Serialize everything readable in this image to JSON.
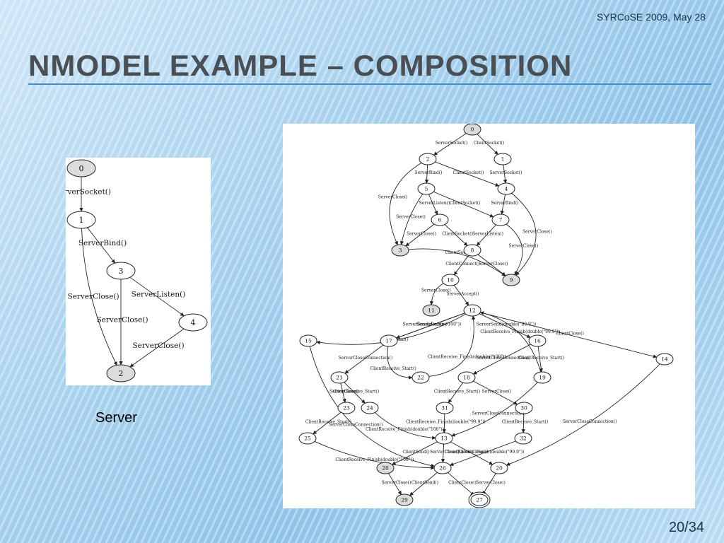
{
  "header": {
    "conference": "SYRCoSE 2009, May 28"
  },
  "slide": {
    "title": "NModel Example – Composition",
    "server_caption": "Server",
    "page_number": "20/34"
  },
  "server_fsm": {
    "nodes": [
      {
        "id": "0",
        "label": "0",
        "shaded": true
      },
      {
        "id": "1",
        "label": "1",
        "shaded": false
      },
      {
        "id": "3",
        "label": "3",
        "shaded": false
      },
      {
        "id": "4",
        "label": "4",
        "shaded": false
      },
      {
        "id": "2",
        "label": "2",
        "shaded": true
      }
    ],
    "edges": [
      {
        "from": "0",
        "to": "1",
        "label": "ServerSocket()"
      },
      {
        "from": "1",
        "to": "3",
        "label": "ServerBind()"
      },
      {
        "from": "1",
        "to": "2",
        "label": "ServerClose()"
      },
      {
        "from": "3",
        "to": "2",
        "label": "ServerClose()"
      },
      {
        "from": "3",
        "to": "4",
        "label": "ServerListen()"
      },
      {
        "from": "4",
        "to": "2",
        "label": "ServerClose()"
      }
    ]
  },
  "composed_fsm": {
    "nodes": [
      {
        "id": "0",
        "label": "0",
        "shaded": true
      },
      {
        "id": "1",
        "label": "1",
        "shaded": false
      },
      {
        "id": "2",
        "label": "2",
        "shaded": false
      },
      {
        "id": "3",
        "label": "3",
        "shaded": true
      },
      {
        "id": "4",
        "label": "4",
        "shaded": false
      },
      {
        "id": "5",
        "label": "5",
        "shaded": false
      },
      {
        "id": "6",
        "label": "6",
        "shaded": false
      },
      {
        "id": "7",
        "label": "7",
        "shaded": false
      },
      {
        "id": "8",
        "label": "8",
        "shaded": false
      },
      {
        "id": "9",
        "label": "9",
        "shaded": true
      },
      {
        "id": "10",
        "label": "10",
        "shaded": false
      },
      {
        "id": "11",
        "label": "11",
        "shaded": true
      },
      {
        "id": "12",
        "label": "12",
        "shaded": false
      },
      {
        "id": "13",
        "label": "13",
        "shaded": false
      },
      {
        "id": "14",
        "label": "14",
        "shaded": false
      },
      {
        "id": "15",
        "label": "15",
        "shaded": false
      },
      {
        "id": "16",
        "label": "16",
        "shaded": false
      },
      {
        "id": "17",
        "label": "17",
        "shaded": false
      },
      {
        "id": "18",
        "label": "18",
        "shaded": false
      },
      {
        "id": "19",
        "label": "19",
        "shaded": false
      },
      {
        "id": "20",
        "label": "20",
        "shaded": false
      },
      {
        "id": "21",
        "label": "21",
        "shaded": false
      },
      {
        "id": "22",
        "label": "22",
        "shaded": false
      },
      {
        "id": "23",
        "label": "23",
        "shaded": false
      },
      {
        "id": "24",
        "label": "24",
        "shaded": false
      },
      {
        "id": "25",
        "label": "25",
        "shaded": false
      },
      {
        "id": "26",
        "label": "26",
        "shaded": false
      },
      {
        "id": "27",
        "label": "27",
        "shaded": false,
        "accepting": true
      },
      {
        "id": "28",
        "label": "28",
        "shaded": true
      },
      {
        "id": "29",
        "label": "29",
        "shaded": true
      },
      {
        "id": "30",
        "label": "30",
        "shaded": false
      },
      {
        "id": "31",
        "label": "31",
        "shaded": false
      },
      {
        "id": "32",
        "label": "32",
        "shaded": false
      }
    ],
    "edges": [
      {
        "from": "0",
        "to": "2",
        "label": "ServerSocket()"
      },
      {
        "from": "0",
        "to": "1",
        "label": "ClientSocket()"
      },
      {
        "from": "2",
        "to": "5",
        "label": "ServerBind()"
      },
      {
        "from": "2",
        "to": "4",
        "label": "ClientSocket()"
      },
      {
        "from": "1",
        "to": "4",
        "label": "ServerSocket()"
      },
      {
        "from": "2",
        "to": "3",
        "label": "ServerClose()"
      },
      {
        "from": "5",
        "to": "3",
        "label": "ServerClose()"
      },
      {
        "from": "5",
        "to": "6",
        "label": "ServerListen()"
      },
      {
        "from": "5",
        "to": "7",
        "label": "ClientSocket()"
      },
      {
        "from": "4",
        "to": "7",
        "label": "ServerBind()"
      },
      {
        "from": "6",
        "to": "3",
        "label": "ServerClose()"
      },
      {
        "from": "6",
        "to": "8",
        "label": "ClientSocket()"
      },
      {
        "from": "7",
        "to": "8",
        "label": "ServerListen()"
      },
      {
        "from": "7",
        "to": "9",
        "label": "ServerClose()"
      },
      {
        "from": "4",
        "to": "9",
        "label": "ServerClose()"
      },
      {
        "from": "3",
        "to": "9",
        "label": "ClientSocket()"
      },
      {
        "from": "8",
        "to": "10",
        "label": "ClientConnect()"
      },
      {
        "from": "8",
        "to": "9",
        "label": "ServerClose()"
      },
      {
        "from": "10",
        "to": "11",
        "label": "ServerClose()"
      },
      {
        "from": "10",
        "to": "12",
        "label": "ServerAccept()"
      },
      {
        "from": "12",
        "to": "15",
        "label": "ClientSend()"
      },
      {
        "from": "12",
        "to": "17",
        "label": "ServerReceive"
      },
      {
        "from": "12",
        "to": "17",
        "label": "ServerSend(double(\"100\"))"
      },
      {
        "from": "12",
        "to": "16",
        "label": "ServerSend(double(\"99.9\"))"
      },
      {
        "from": "12",
        "to": "14",
        "label": "ClientClose()"
      },
      {
        "from": "17",
        "to": "21",
        "label": "ServerCloseConnection()"
      },
      {
        "from": "17",
        "to": "22",
        "label": "ClientReceive_Start()"
      },
      {
        "from": "22",
        "to": "12",
        "label": "ClientReceive_Finish(double(\"100\"))"
      },
      {
        "from": "16",
        "to": "18",
        "label": "ServerCloseConnection()"
      },
      {
        "from": "16",
        "to": "19",
        "label": "ClientReceive_Start()"
      },
      {
        "from": "19",
        "to": "12",
        "label": "ClientReceive_Finish(double(\"99.9\"))"
      },
      {
        "from": "21",
        "to": "23",
        "label": "ServerClose()"
      },
      {
        "from": "21",
        "to": "24",
        "label": "ClientReceive_Start()"
      },
      {
        "from": "18",
        "to": "31",
        "label": "ClientReceive_Start()"
      },
      {
        "from": "18",
        "to": "30",
        "label": "ServerClose()"
      },
      {
        "from": "15",
        "to": "26",
        "label": "ServerCloseConnection()"
      },
      {
        "from": "23",
        "to": "25",
        "label": "ClientReceive_Start()"
      },
      {
        "from": "24",
        "to": "13",
        "label": "ClientReceive_Finish(double(\"100\"))"
      },
      {
        "from": "31",
        "to": "13",
        "label": "ClientReceive_Finish(double(\"99.9\"))"
      },
      {
        "from": "30",
        "to": "32",
        "label": "ClientReceive_Start()"
      },
      {
        "from": "19",
        "to": "13",
        "label": "ServerCloseConnection()"
      },
      {
        "from": "14",
        "to": "20",
        "label": "ServerCloseConnection()"
      },
      {
        "from": "25",
        "to": "26",
        "label": "ClientReceive_Finish(double(\"100\"))"
      },
      {
        "from": "13",
        "to": "28",
        "label": "ClientSend()"
      },
      {
        "from": "13",
        "to": "26",
        "label": "ServerClose()"
      },
      {
        "from": "13",
        "to": "20",
        "label": "ClientClose()"
      },
      {
        "from": "32",
        "to": "26",
        "label": "ClientReceive_Finish(double(\"99.9\"))"
      },
      {
        "from": "28",
        "to": "29",
        "label": "ServerClose()"
      },
      {
        "from": "26",
        "to": "29",
        "label": "ClientSend()"
      },
      {
        "from": "26",
        "to": "27",
        "label": "ClientClose()"
      },
      {
        "from": "20",
        "to": "27",
        "label": "ServerClose()"
      }
    ]
  }
}
